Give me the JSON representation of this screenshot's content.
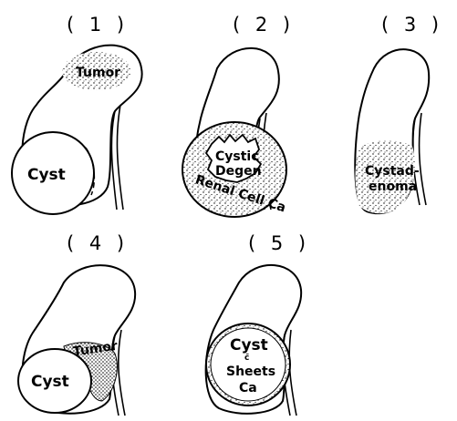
{
  "figure": {
    "panels": [
      {
        "number": "( 1 )",
        "labels": {
          "tumor": "Tumor",
          "cyst": "Cyst"
        }
      },
      {
        "number": "( 2 )",
        "labels": {
          "line1": "Cystic",
          "line2": "Degen",
          "ring": "Renal Cell Ca"
        }
      },
      {
        "number": "( 3 )",
        "labels": {
          "line1": "Cystad-",
          "line2": "enoma"
        }
      },
      {
        "number": "( 4 )",
        "labels": {
          "tumor": "Tumor",
          "cyst": "Cyst"
        }
      },
      {
        "number": "( 5 )",
        "labels": {
          "line1": "Cyst",
          "line2": "c̄",
          "line3": "Sheets",
          "line4": "Ca"
        }
      }
    ]
  }
}
